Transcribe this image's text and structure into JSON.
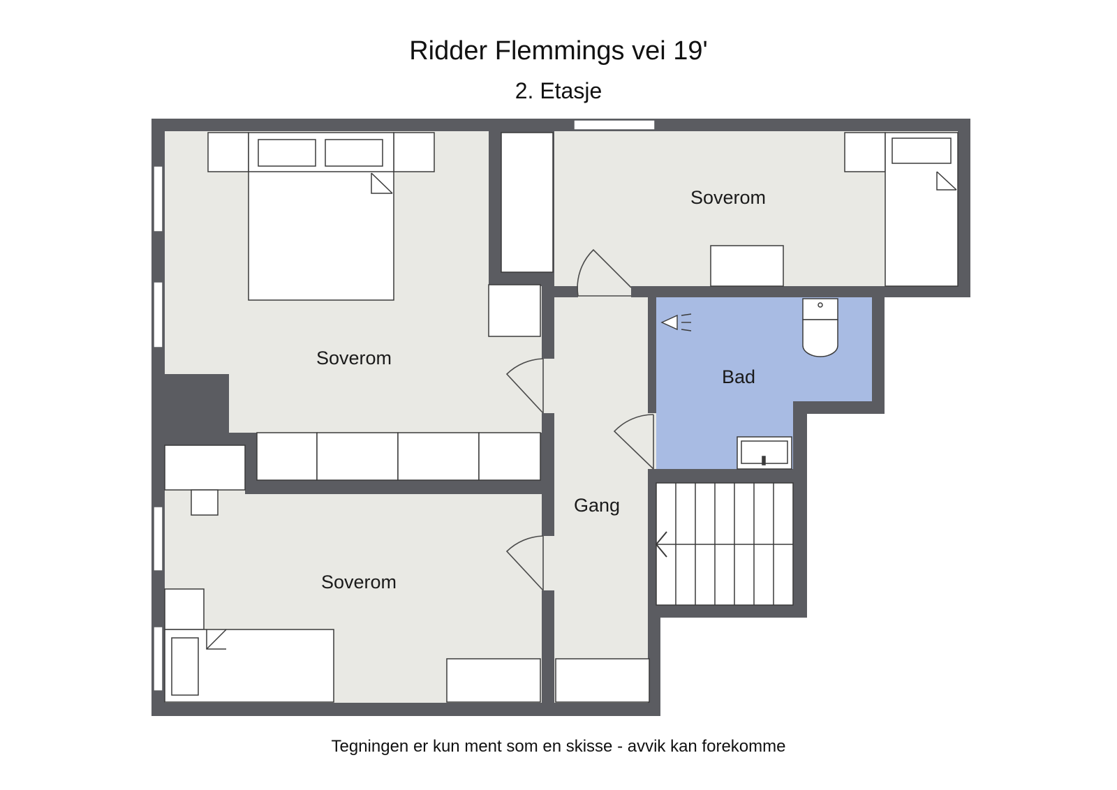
{
  "title": "Ridder Flemmings vei 19'",
  "subtitle": "2. Etasje",
  "disclaimer": "Tegningen er kun ment som en skisse - avvik kan forekomme",
  "rooms": {
    "master_bedroom": "Soverom",
    "bedroom_top_right": "Soverom",
    "bedroom_bottom": "Soverom",
    "bathroom": "Bad",
    "hallway": "Gang"
  },
  "colors": {
    "wall": "#5b5c61",
    "floor": "#e9e9e4",
    "bathroom_floor": "#a8bbe3",
    "furniture": "#ffffff"
  }
}
